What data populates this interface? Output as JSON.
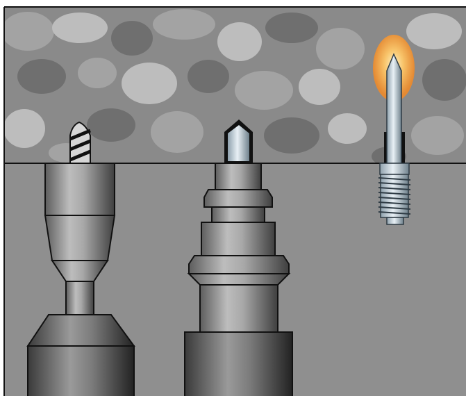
{
  "scene": {
    "upper_layer": "concrete-aggregate",
    "lower_layer": "steel-base-plate",
    "tools": [
      "drill-bit",
      "stud-with-pointed-tip",
      "threaded-nail-with-heated-tip"
    ]
  },
  "colors": {
    "concrete_base": "#8a8a8a",
    "stone_light": "#bdbdbd",
    "stone_mid": "#a3a3a3",
    "stone_dark": "#6f6f6f",
    "base_plate": "#8f8f8f",
    "outline": "#111111",
    "steel_light": "#d9e3ea",
    "glow_orange": "#f29a2e",
    "glow_yellow": "#fde7a0"
  }
}
